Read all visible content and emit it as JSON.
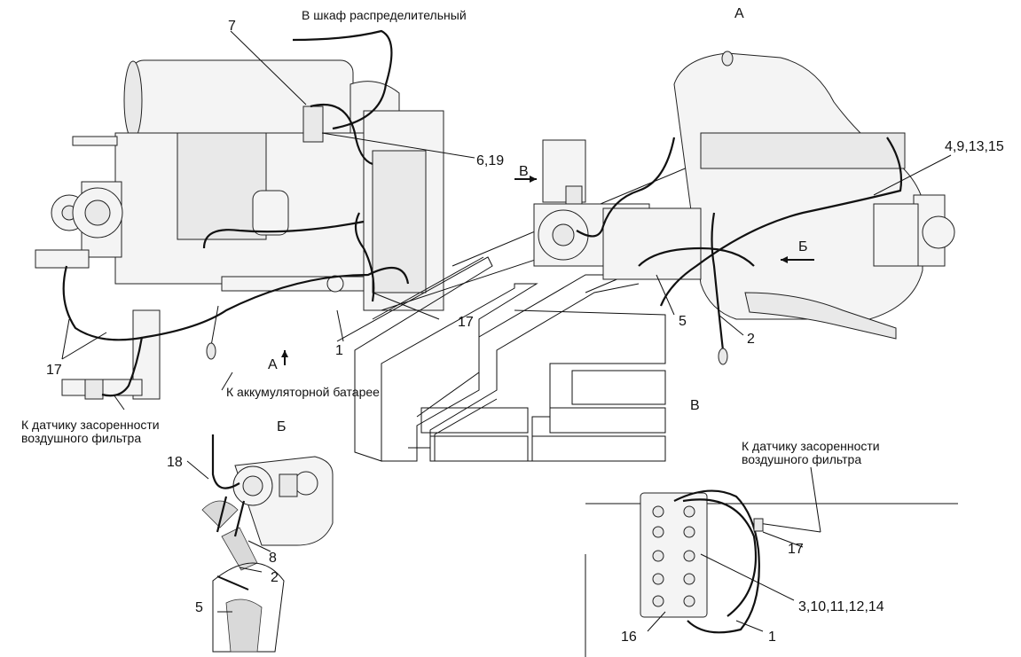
{
  "views": {
    "a": "А",
    "b": "Б",
    "v": "В"
  },
  "arrows": {
    "a": "А",
    "b": "Б",
    "v": "В"
  },
  "notes": {
    "cabinet": "В шкаф распределительный",
    "battery": "К аккумуляторной батарее",
    "filter_left_1": "К датчику засоренности",
    "filter_left_2": "воздушного фильтра",
    "filter_right_1": "К датчику засоренности",
    "filter_right_2": "воздушного фильтра"
  },
  "callouts": {
    "c7": "7",
    "c619": "6,19",
    "c4": "4,9,13,15",
    "c17a": "17",
    "c17b": "17",
    "c1a": "1",
    "c5a": "5",
    "c2a": "2",
    "c18": "18",
    "c8": "8",
    "c2b": "2",
    "c5b": "5",
    "c17c": "17",
    "c3": "3,10,11,12,14",
    "c16": "16",
    "c1b": "1"
  }
}
